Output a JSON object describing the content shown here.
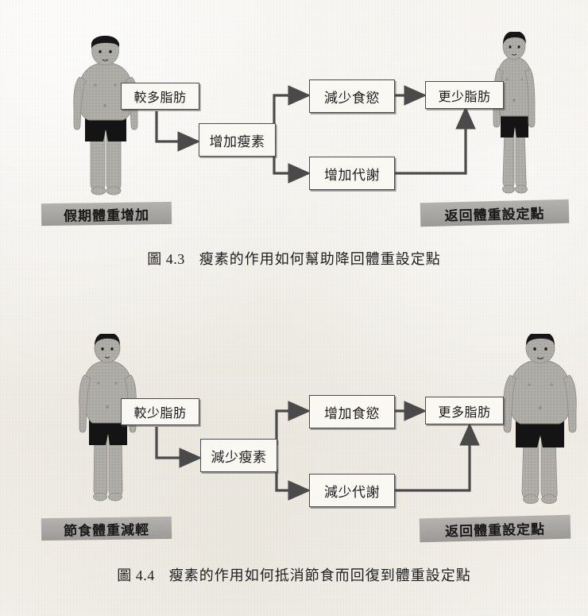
{
  "page": {
    "background_color": "#f1efe9",
    "ink_color": "#2b2b2b",
    "box_fill": "#faf8f3",
    "gray_bar_color": "#a9a7a3",
    "skin_color": "#a9a7a2",
    "hair_color": "#1a1a1a",
    "shorts_color": "#141414"
  },
  "figures": [
    {
      "id": "figure-4-3",
      "caption_number": "圖 4.3",
      "caption_text": "瘦素的作用如何幫助降回體重設定點",
      "people": [
        {
          "name": "overweight-person-left",
          "body_type": "overweight",
          "label": "假期體重增加"
        },
        {
          "name": "lean-person-right",
          "body_type": "lean",
          "label": "返回體重設定點"
        }
      ],
      "nodes": [
        {
          "id": "more-fat",
          "label": "較多脂肪"
        },
        {
          "id": "increase-leptin",
          "label": "增加瘦素"
        },
        {
          "id": "decrease-appetite",
          "label": "減少食慾"
        },
        {
          "id": "increase-metabolism",
          "label": "增加代謝"
        },
        {
          "id": "less-fat",
          "label": "更少脂肪"
        }
      ],
      "edges": [
        {
          "from": "more-fat",
          "to": "increase-leptin"
        },
        {
          "from": "increase-leptin",
          "to": "decrease-appetite"
        },
        {
          "from": "increase-leptin",
          "to": "increase-metabolism"
        },
        {
          "from": "decrease-appetite",
          "to": "less-fat"
        },
        {
          "from": "increase-metabolism",
          "to": "less-fat"
        }
      ]
    },
    {
      "id": "figure-4-4",
      "caption_number": "圖 4.4",
      "caption_text": "瘦素的作用如何抵消節食而回復到體重設定點",
      "people": [
        {
          "name": "lean-person-left",
          "body_type": "slimmer",
          "label": "節食體重減輕"
        },
        {
          "name": "overweight-person-right",
          "body_type": "overweight",
          "label": "返回體重設定點"
        }
      ],
      "nodes": [
        {
          "id": "less-fat",
          "label": "較少脂肪"
        },
        {
          "id": "decrease-leptin",
          "label": "減少瘦素"
        },
        {
          "id": "increase-appetite",
          "label": "增加食慾"
        },
        {
          "id": "decrease-metabolism",
          "label": "減少代謝"
        },
        {
          "id": "more-fat",
          "label": "更多脂肪"
        }
      ],
      "edges": [
        {
          "from": "less-fat",
          "to": "decrease-leptin"
        },
        {
          "from": "decrease-leptin",
          "to": "increase-appetite"
        },
        {
          "from": "decrease-leptin",
          "to": "decrease-metabolism"
        },
        {
          "from": "increase-appetite",
          "to": "more-fat"
        },
        {
          "from": "decrease-metabolism",
          "to": "more-fat"
        }
      ]
    }
  ]
}
